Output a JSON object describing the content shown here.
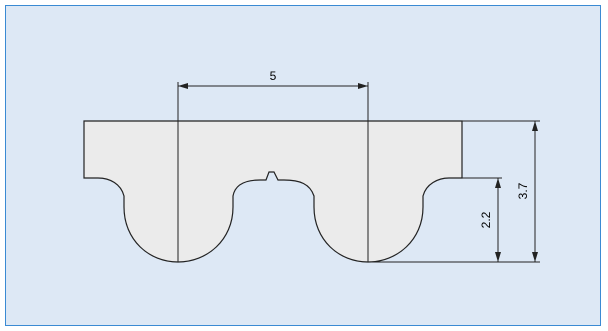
{
  "diagram": {
    "type": "timing-belt-tooth-profile",
    "dimensions": {
      "pitch": "5",
      "tooth_height": "2.2",
      "total_height": "3.7"
    },
    "colors": {
      "frame_border": "#3a8ad3",
      "background": "#dde8f5",
      "belt_fill": "#ebebeb",
      "line": "#222222"
    }
  }
}
